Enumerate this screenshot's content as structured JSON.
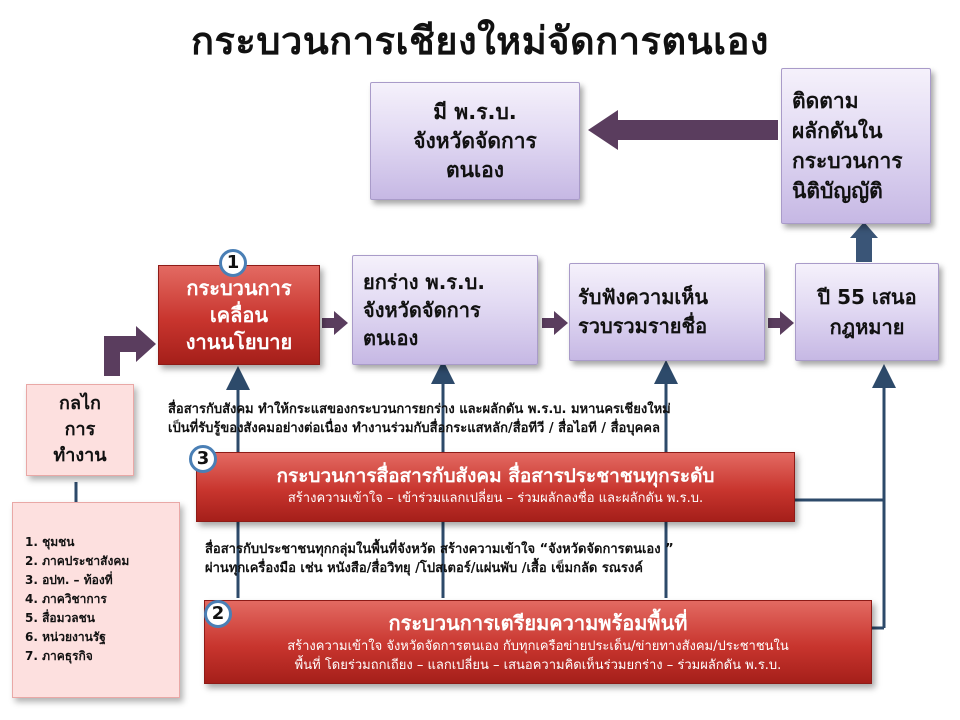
{
  "title": "กระบวนการเชียงใหม่จัดการตนเอง",
  "colors": {
    "arrow": "#2d4a6a",
    "red": "#c8352e",
    "purple": "#c6b8e4",
    "pink": "#fde0df"
  },
  "boxes": {
    "law": [
      "มี พ.ร.บ.",
      "จังหวัดจัดการ",
      "ตนเอง"
    ],
    "follow": [
      "ติดตาม",
      "ผลักดันใน",
      "กระบวนการ",
      "นิติบัญญัติ"
    ],
    "policy": [
      "กระบวนการ",
      "เคลื่อน",
      "งานนโยบาย"
    ],
    "draft": [
      "ยกร่าง พ.ร.บ.",
      "จังหวัดจัดการ",
      "ตนเอง"
    ],
    "hearing": [
      "รับฟังความเห็น",
      "รวบรวมรายชื่อ"
    ],
    "propose": [
      "ปี 55 เสนอ",
      "กฎหมาย"
    ],
    "mechanism": [
      "กลไก",
      "การ",
      "ทำงาน"
    ]
  },
  "badges": {
    "one": "1",
    "two": "2",
    "three": "3"
  },
  "members": [
    "1. ชุมชน",
    "2. ภาคประชาสังคม",
    "3. อปท. – ท้องที่",
    "4. ภาควิชาการ",
    "5. สื่อมวลชน",
    "6. หน่วยงานรัฐ",
    "7. ภาคธุรกิจ"
  ],
  "comm_note": [
    "สื่อสารกับสังคม ทำให้กระแสของกระบวนการยกร่าง และผลักดัน พ.ร.บ. มหานครเชียงใหม่",
    "เป็นที่รับรู้ของสังคมอย่างต่อเนื่อง ทำงานร่วมกับสื่อกระแสหลัก/สื่อทีวี / สื่อไอที / สื่อบุคคล"
  ],
  "comm_process": {
    "title": "กระบวนการสื่อสารกับสังคม สื่อสารประชาชนทุกระดับ",
    "desc": "สร้างความเข้าใจ – เข้าร่วมแลกเปลี่ยน – ร่วมผลักลงชื่อ และผลักดัน พ.ร.บ."
  },
  "area_note": [
    "สื่อสารกับประชาชนทุกกลุ่มในพื้นที่จังหวัด สร้างความเข้าใจ “จังหวัดจัดการตนเอง ”",
    "ผ่านทุกเครื่องมือ เช่น หนังสือ/สื่อวิทยุ /โปสเตอร์/แผ่นพับ /เสื้อ เข็มกลัด รณรงค์"
  ],
  "area_process": {
    "title": "กระบวนการเตรียมความพร้อมพื้นที่",
    "desc": [
      "สร้างความเข้าใจ จังหวัดจัดการตนเอง กับทุกเครือข่ายประเด็น/ข่ายทางสังคม/ประชาชนใน",
      "พื้นที่ โดยร่วมถกเถียง – แลกเปลี่ยน – เสนอความคิดเห็นร่วมยกร่าง – ร่วมผลักดัน พ.ร.บ."
    ]
  }
}
